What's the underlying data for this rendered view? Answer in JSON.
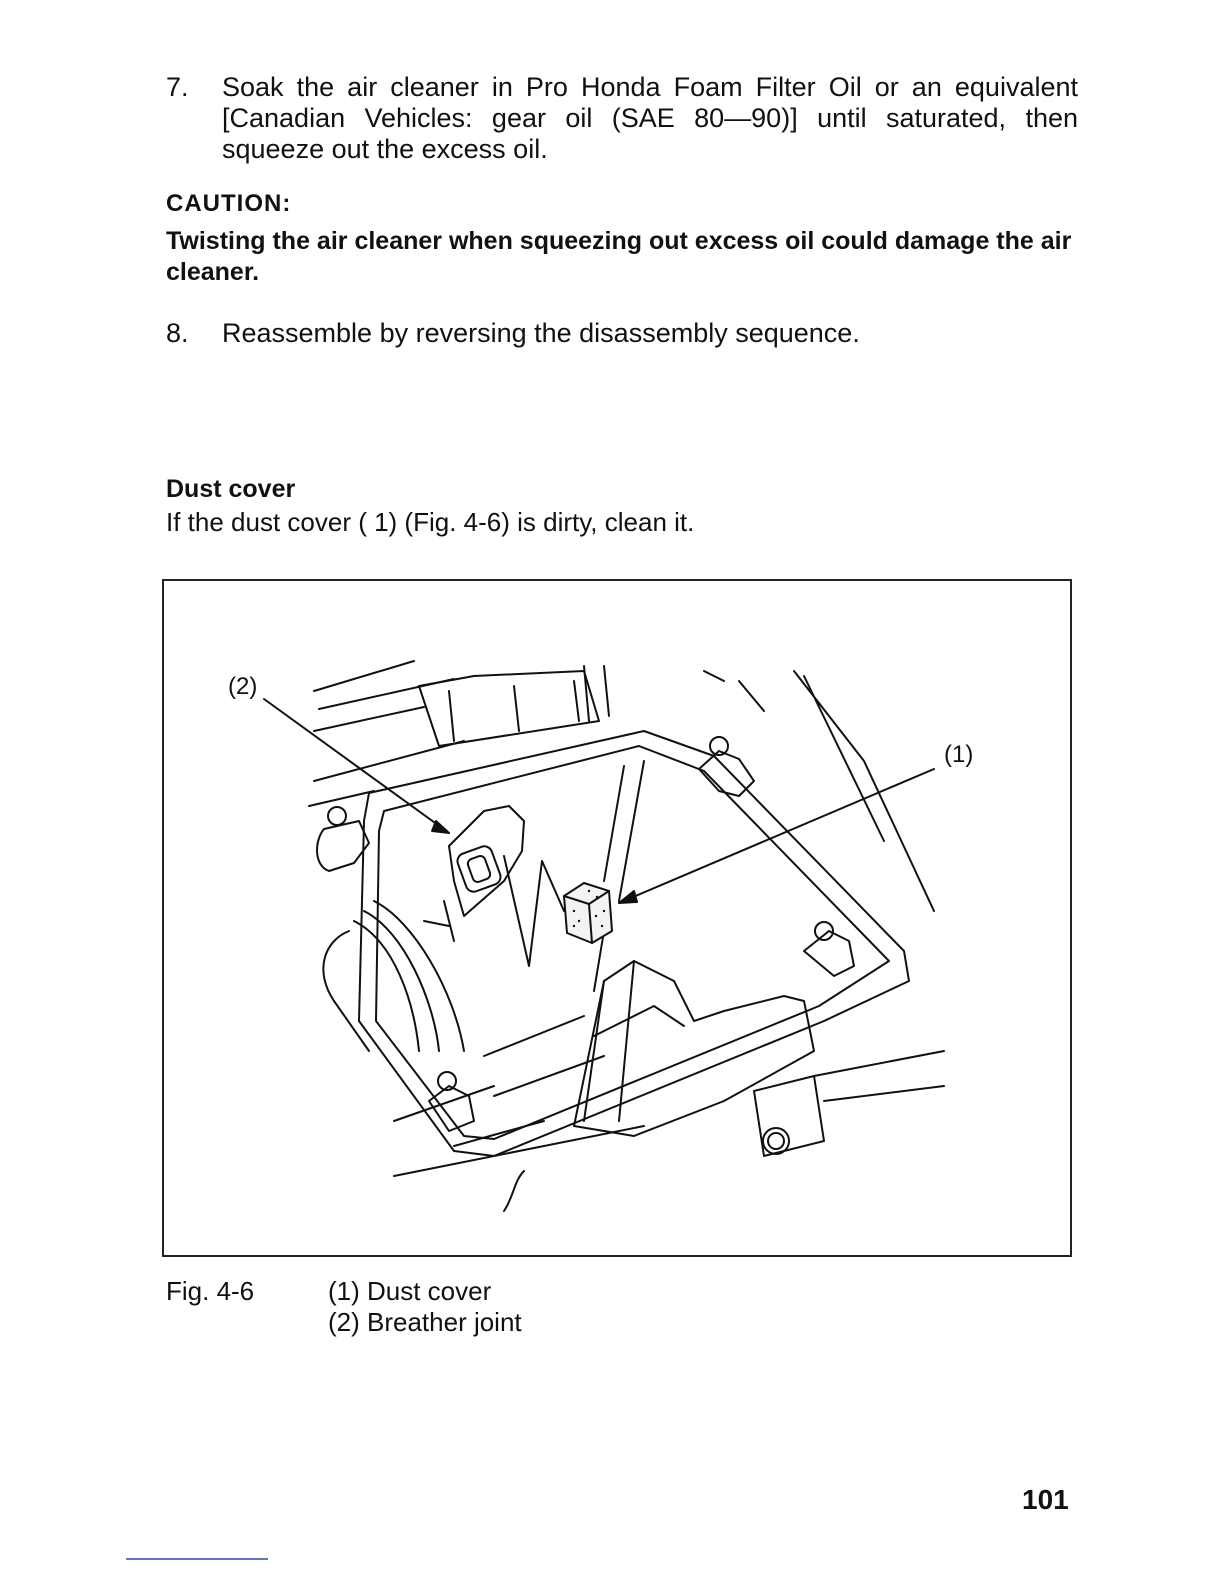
{
  "steps": [
    {
      "number": "7.",
      "text": "Soak the air cleaner in Pro Honda Foam Filter Oil or an equivalent [Canadian Vehicles: gear oil (SAE 80—90)] until saturated, then squeeze out the excess oil."
    },
    {
      "number": "8.",
      "text": "Reassemble by reversing the disassembly sequence."
    }
  ],
  "caution": {
    "heading": "CAUTION:",
    "text": "Twisting the air cleaner when squeezing out excess oil could damage the air cleaner."
  },
  "section": {
    "heading": "Dust cover",
    "text": "If the dust cover ( 1) (Fig. 4-6) is dirty, clean it."
  },
  "figure": {
    "callout_1": "(1)",
    "callout_2": "(2)",
    "label": "Fig. 4-6",
    "legend": [
      "(1) Dust cover",
      "(2) Breather joint"
    ]
  },
  "page_number": "101"
}
